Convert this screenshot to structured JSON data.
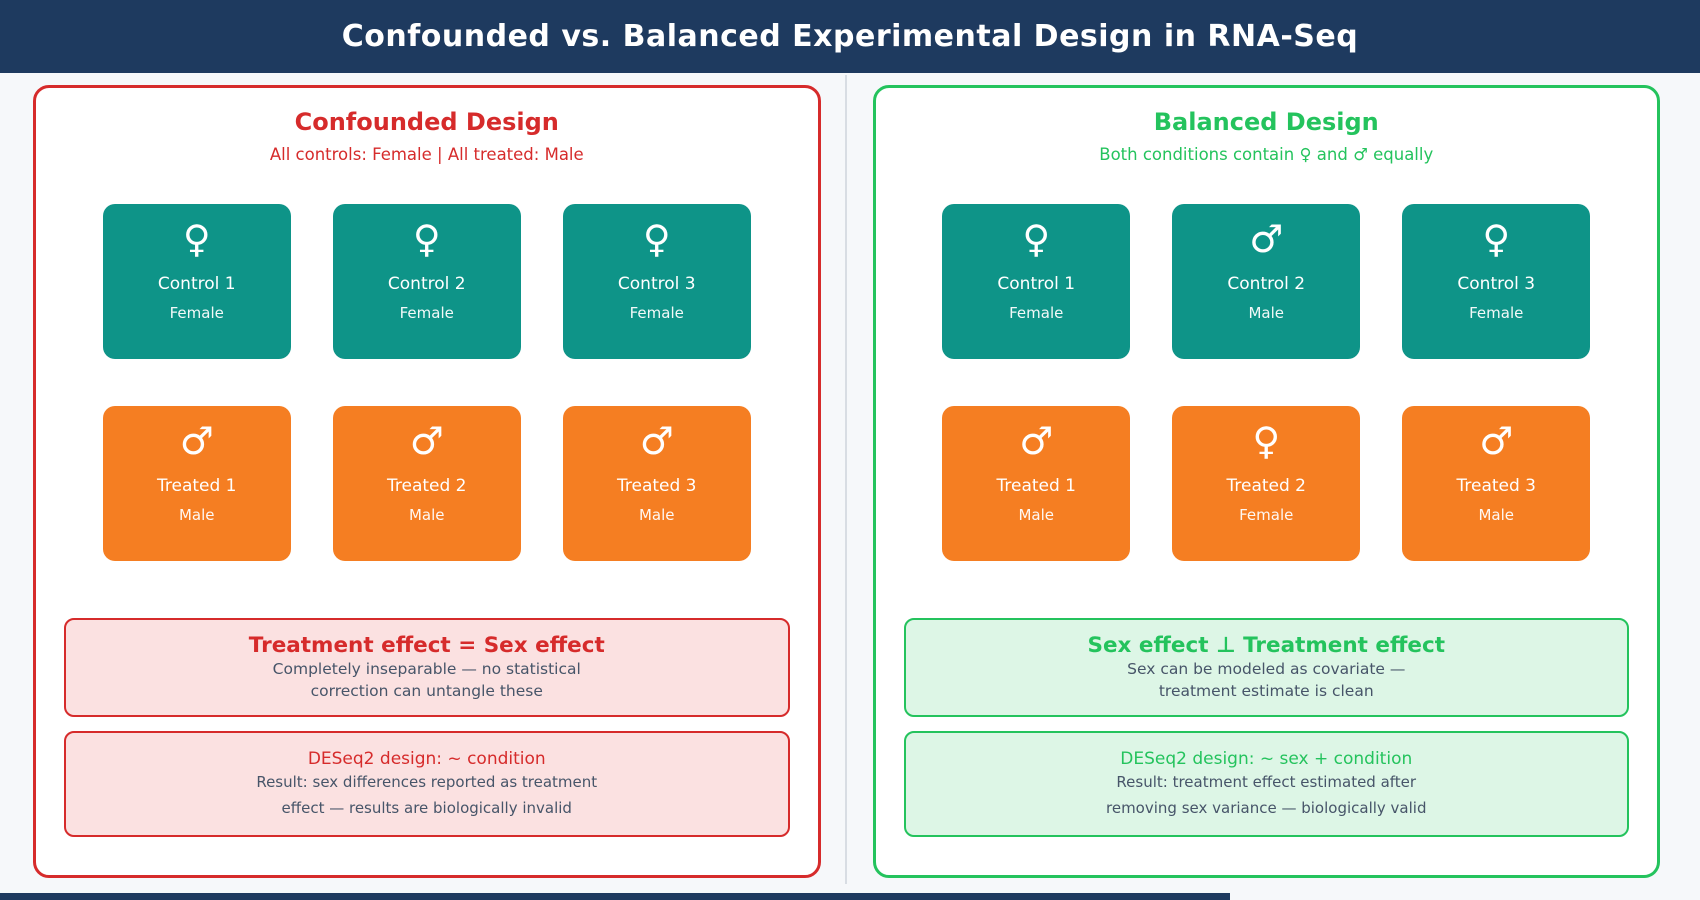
{
  "header": {
    "title": "Confounded vs. Balanced Experimental Design in RNA-Seq"
  },
  "colors": {
    "header_navy": "#1e3a5f",
    "confounded_red": "#d62b2b",
    "balanced_green": "#24c35d",
    "control_teal": "#0e9488",
    "treated_orange": "#f57e22",
    "confounded_box_bg": "#fbe1e1",
    "balanced_box_bg": "#ddf6e6",
    "body_text_slate": "#475569",
    "page_background": "#f6f8fa"
  },
  "panels": [
    {
      "title": "Confounded Design",
      "subtitle": "All controls: Female  |  All treated: Male",
      "controls": [
        {
          "symbol": "♀",
          "name": "Control 1",
          "sex": "Female"
        },
        {
          "symbol": "♀",
          "name": "Control 2",
          "sex": "Female"
        },
        {
          "symbol": "♀",
          "name": "Control 3",
          "sex": "Female"
        }
      ],
      "treated": [
        {
          "symbol": "♂",
          "name": "Treated 1",
          "sex": "Male"
        },
        {
          "symbol": "♂",
          "name": "Treated 2",
          "sex": "Male"
        },
        {
          "symbol": "♂",
          "name": "Treated 3",
          "sex": "Male"
        }
      ],
      "effect_box": {
        "title": "Treatment effect = Sex effect",
        "line1": "Completely inseparable — no statistical",
        "line2": "correction can untangle these"
      },
      "design_box": {
        "title": "DESeq2 design: ~ condition",
        "line1": "Result: sex differences reported as treatment",
        "line2": "effect — results are biologically invalid"
      }
    },
    {
      "title": "Balanced Design",
      "subtitle": "Both conditions contain ♀ and ♂ equally",
      "controls": [
        {
          "symbol": "♀",
          "name": "Control 1",
          "sex": "Female"
        },
        {
          "symbol": "♂",
          "name": "Control 2",
          "sex": "Male"
        },
        {
          "symbol": "♀",
          "name": "Control 3",
          "sex": "Female"
        }
      ],
      "treated": [
        {
          "symbol": "♂",
          "name": "Treated 1",
          "sex": "Male"
        },
        {
          "symbol": "♀",
          "name": "Treated 2",
          "sex": "Female"
        },
        {
          "symbol": "♂",
          "name": "Treated 3",
          "sex": "Male"
        }
      ],
      "effect_box": {
        "title": "Sex effect ⊥ Treatment effect",
        "line1": "Sex can be modeled as covariate —",
        "line2": "treatment estimate is clean"
      },
      "design_box": {
        "title": "DESeq2 design: ~ sex + condition",
        "line1": "Result: treatment effect estimated after",
        "line2": "removing sex variance — biologically valid"
      }
    }
  ]
}
